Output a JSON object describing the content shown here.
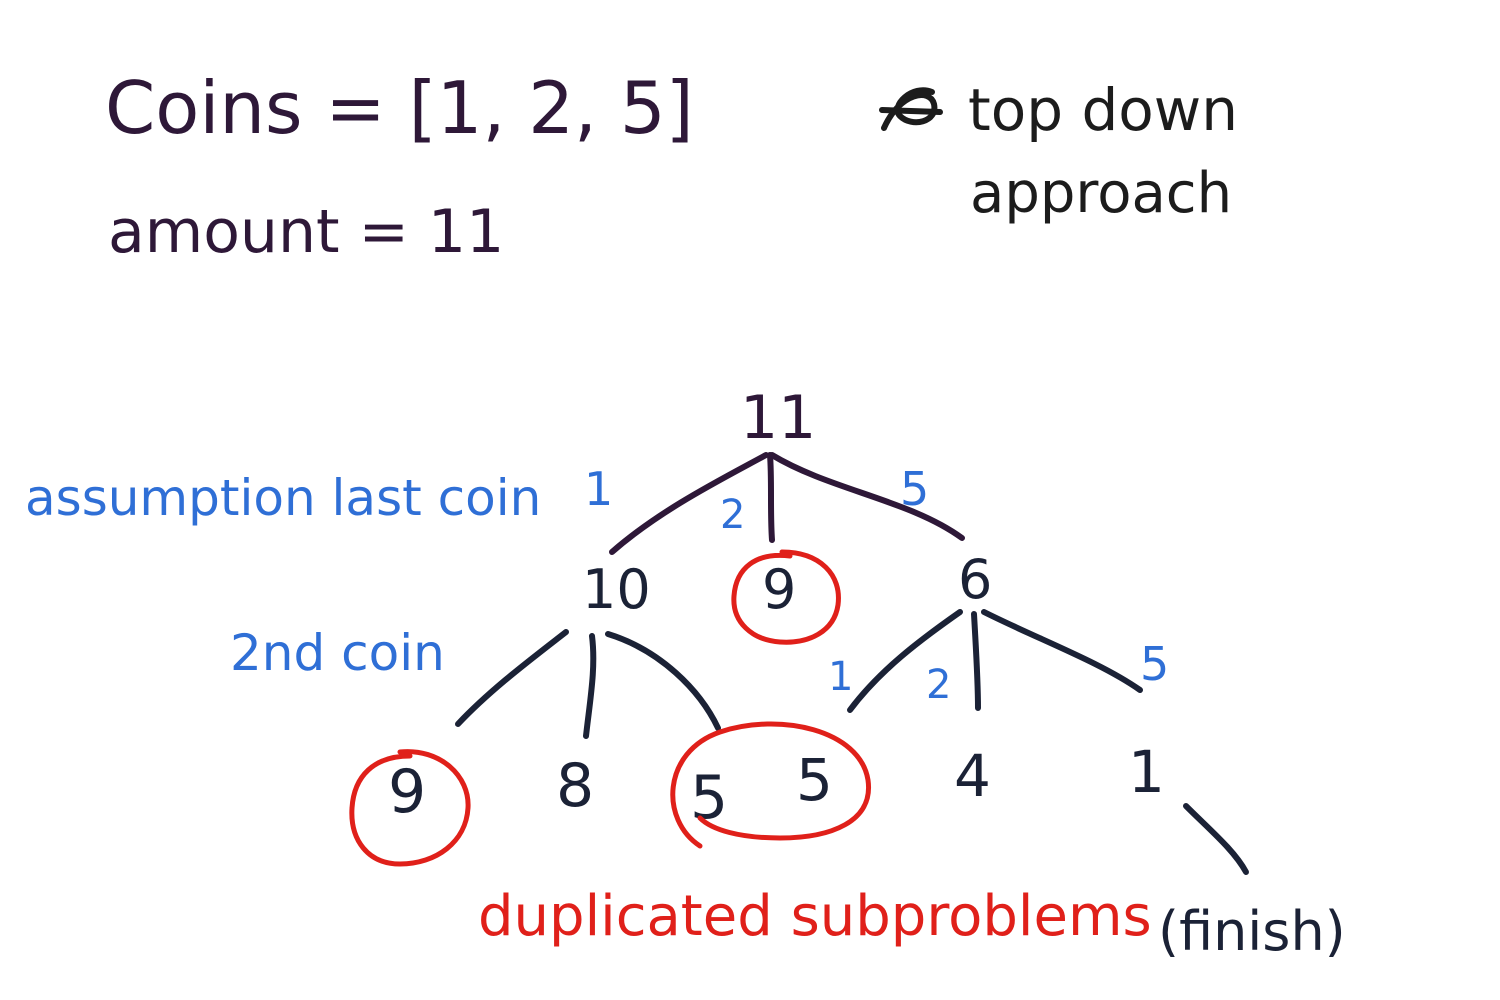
{
  "header": {
    "coins_line": "Coins = [1, 2, 5]",
    "amount_line": "amount = 11",
    "note_line1": "top down",
    "note_line2": "approach"
  },
  "annotations": {
    "level1": "assumption last coin",
    "level2": "2nd coin",
    "duplicates": "duplicated subproblems",
    "finish": "(finish)"
  },
  "tree": {
    "root": "11",
    "root_edges": [
      "1",
      "2",
      "5"
    ],
    "level1": [
      "10",
      "9",
      "6"
    ],
    "level2_from_10": [
      "9",
      "8",
      "5"
    ],
    "level2_from_6": [
      "5",
      "4",
      "1"
    ],
    "edges_from_6": [
      "1",
      "2",
      "5"
    ]
  },
  "colors": {
    "ink": "#2e1838",
    "blue": "#2f6fd6",
    "red": "#e0201a"
  }
}
